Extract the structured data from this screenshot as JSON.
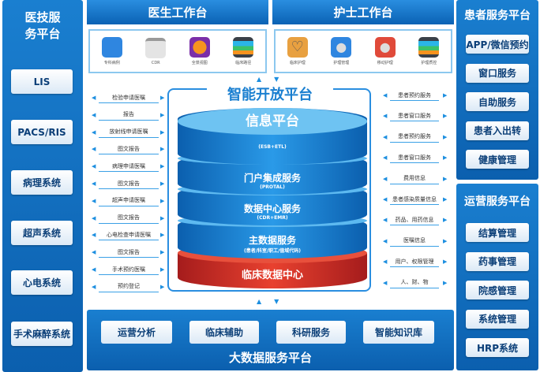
{
  "left_panel": {
    "title": "医技服务平台",
    "items": [
      "LIS",
      "PACS/RIS",
      "病理系统",
      "超声系统",
      "心电系统",
      "手术麻醉系统"
    ]
  },
  "doctor": {
    "title": "医生工作台",
    "icons": [
      {
        "label": "专科病例",
        "icon": "line-chart-icon",
        "color": "#2f86e0"
      },
      {
        "label": "CDR",
        "icon": "document-icon",
        "color": "#d8d8d8"
      },
      {
        "label": "全景视图",
        "icon": "pie-chart-icon",
        "color": "#7b2fa8"
      },
      {
        "label": "临床路径",
        "icon": "layers-icon",
        "color": "#3a4048"
      }
    ]
  },
  "nurse": {
    "title": "护士工作台",
    "icons": [
      {
        "label": "临床护理",
        "icon": "heart-icon",
        "color": "#e8a040"
      },
      {
        "label": "护理管理",
        "icon": "doctor-icon",
        "color": "#2f86e0"
      },
      {
        "label": "移动护理",
        "icon": "person-icon",
        "color": "#e04a3a"
      },
      {
        "label": "护理质控",
        "icon": "layers-icon",
        "color": "#3a4048"
      }
    ]
  },
  "center": {
    "title": "智能开放平台",
    "layers": [
      {
        "title": "信息平台",
        "sub": "(ESB+ETL)"
      },
      {
        "title": "门户集成服务",
        "sub": "(PROTAL)"
      },
      {
        "title": "数据中心服务",
        "sub": "(CDR+EMR)"
      },
      {
        "title": "主数据服务",
        "sub": "(患者/科室/职工/值域代码)"
      },
      {
        "title": "临床数据中心",
        "sub": ""
      }
    ]
  },
  "left_links": [
    "检验申请医嘱",
    "报告",
    "放射线申请医嘱",
    "图文报告",
    "病理申请医嘱",
    "图文报告",
    "超声申请医嘱",
    "图文报告",
    "心电检查申请医嘱",
    "图文报告",
    "手术预约医嘱",
    "预约登记"
  ],
  "right_links": [
    "患者预约服务",
    "患者窗口服务",
    "患者预约服务",
    "患者窗口服务",
    "费用信息",
    "患者感染质量信息",
    "药品、用药信息",
    "医嘱信息",
    "用户、权限管理",
    "人、财、物"
  ],
  "bigdata": {
    "title": "大数据服务平台",
    "items": [
      "运营分析",
      "临床辅助",
      "科研服务",
      "智能知识库"
    ]
  },
  "patient_panel": {
    "title": "患者服务平台",
    "items": [
      "APP/微信预约",
      "窗口服务",
      "自助服务",
      "患者入出转",
      "健康管理"
    ]
  },
  "ops_panel": {
    "title": "运营服务平台",
    "items": [
      "结算管理",
      "药事管理",
      "院感管理",
      "系统管理",
      "HRP系统"
    ]
  }
}
